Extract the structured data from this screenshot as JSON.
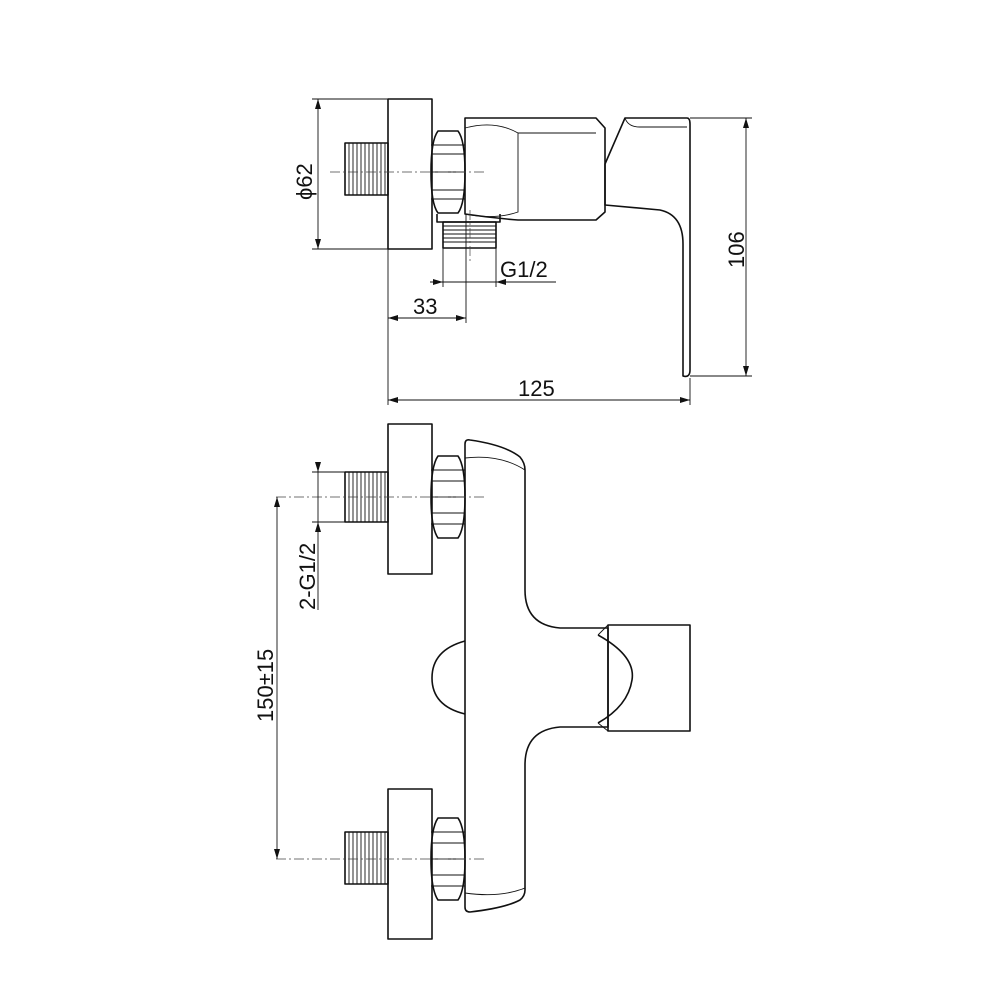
{
  "dimensions": {
    "flange_diameter": "ϕ62",
    "outlet_thread": "G1/2",
    "flange_to_nut": "33",
    "overall_depth": "125",
    "overall_height": "106",
    "inlet_threads": "2-G1/2",
    "inlet_spacing": "150±15"
  }
}
